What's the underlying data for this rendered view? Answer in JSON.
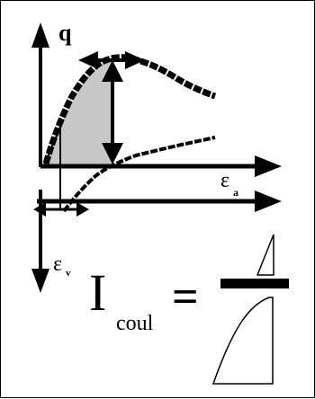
{
  "colors": {
    "ink": "#000000",
    "shade": "#c8c8c8",
    "background": "#ffffff"
  },
  "labels": {
    "q": "q",
    "epsilon_a_symbol": "ε",
    "epsilon_a_sub": "a",
    "epsilon_v_symbol": "ε",
    "epsilon_v_sub": "v",
    "index_symbol": "I",
    "index_sub": "coul",
    "equals": "="
  }
}
